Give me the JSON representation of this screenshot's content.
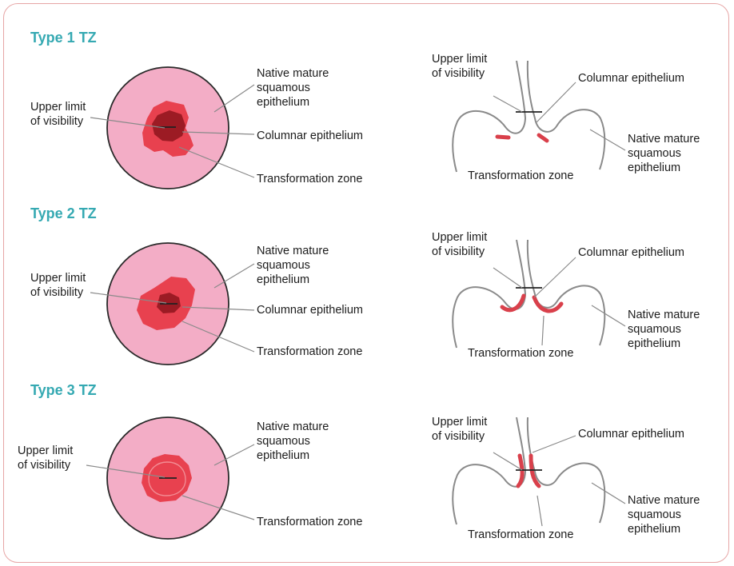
{
  "panels": [
    {
      "title": "Type 1 TZ",
      "face": {
        "upper_limit": [
          "Upper limit",
          "of visibility"
        ],
        "native": [
          "Native mature",
          "squamous",
          "epithelium"
        ],
        "columnar": "Columnar epithelium",
        "transformation": "Transformation zone"
      },
      "section": {
        "upper_limit": [
          "Upper limit",
          "of visibility"
        ],
        "columnar": "Columnar epithelium",
        "native": [
          "Native mature",
          "squamous",
          "epithelium"
        ],
        "transformation": "Transformation zone"
      }
    },
    {
      "title": "Type 2 TZ",
      "face": {
        "upper_limit": [
          "Upper limit",
          "of visibility"
        ],
        "native": [
          "Native mature",
          "squamous",
          "epithelium"
        ],
        "columnar": "Columnar epithelium",
        "transformation": "Transformation zone"
      },
      "section": {
        "upper_limit": [
          "Upper limit",
          "of visibility"
        ],
        "columnar": "Columnar epithelium",
        "native": [
          "Native mature",
          "squamous",
          "epithelium"
        ],
        "transformation": "Transformation zone"
      }
    },
    {
      "title": "Type 3 TZ",
      "face": {
        "upper_limit": [
          "Upper limit",
          "of visibility"
        ],
        "native": [
          "Native mature",
          "squamous",
          "epithelium"
        ],
        "transformation": "Transformation zone"
      },
      "section": {
        "upper_limit": [
          "Upper limit",
          "of visibility"
        ],
        "columnar": "Columnar epithelium",
        "native": [
          "Native mature",
          "squamous",
          "epithelium"
        ],
        "transformation": "Transformation zone"
      }
    }
  ],
  "colors": {
    "title": "#35a9b2",
    "frame_border": "#e7a6a6",
    "squamous_fill": "#f3adc6",
    "circle_outline": "#2a2a2a",
    "transformation_zone": "#e8414f",
    "columnar_epithelium": "#9c1b24",
    "section_tz": "#d9404b",
    "leader_line": "#8a8a8a"
  }
}
